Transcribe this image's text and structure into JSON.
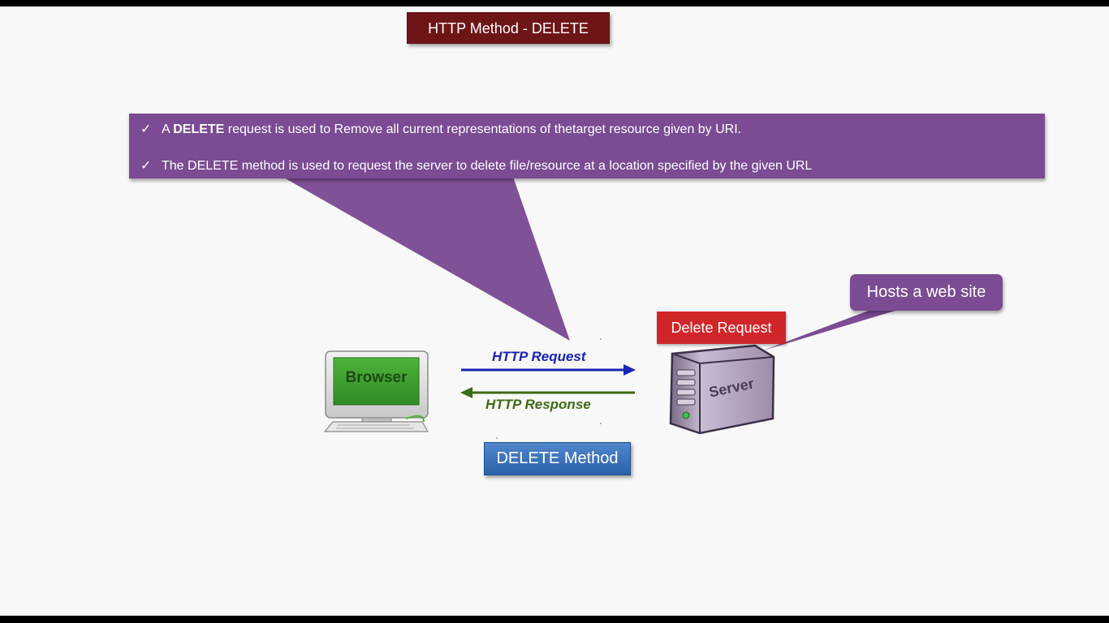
{
  "title": "HTTP Method - DELETE",
  "bullets": [
    {
      "check": "✓",
      "prefix": "A ",
      "bold": "DELETE",
      "rest": " request is used to Remove all current representations of thetarget resource given by URI."
    },
    {
      "check": "✓",
      "text": "The DELETE method is used to request the server to delete file/resource at a location specified by the given URL"
    }
  ],
  "diagram": {
    "browser_label": "Browser",
    "server_label": "Server",
    "request_label": "HTTP Request",
    "response_label": "HTTP Response",
    "method_label": "DELETE Method",
    "delete_request_label": "Delete Request",
    "hosts_label": "Hosts a web site"
  },
  "colors": {
    "title_bg": "#6e1517",
    "callout_purple": "#7b4b93",
    "request_arrow": "#1a23b5",
    "response_arrow": "#3e6b16",
    "delete_request_bg": "#d0262a",
    "method_button_bg": "#3a70bb"
  },
  "icons": [
    "browser-computer-icon",
    "server-tower-icon",
    "check-icon"
  ]
}
